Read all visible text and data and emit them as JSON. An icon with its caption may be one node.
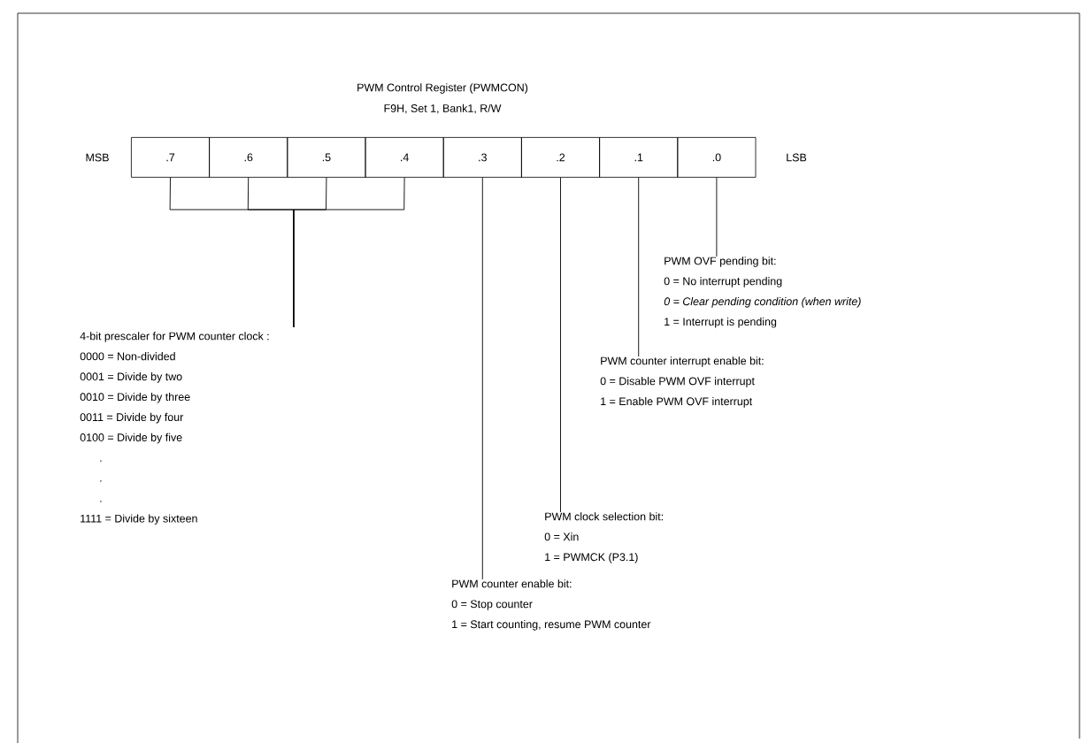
{
  "diagram": {
    "title": "PWM Control Register (PWMCON)",
    "nodes": [
      {
        "text": [
          ".7"
        ]
      },
      {
        "text": [
          ".6"
        ]
      },
      {
        "text": [
          ".5"
        ]
      },
      {
        "text": [
          ".4"
        ]
      },
      {
        "text": [
          ".3"
        ]
      },
      {
        "text": [
          ".2"
        ]
      },
      {
        "text": [
          ".1"
        ]
      },
      {
        "text": [
          ".0"
        ]
      },
      {
        "text": [
          "4-bit prescaler for PWM counter clock :",
          "0000 = Non-divided",
          "0001 = Divide by two",
          "0010 = Divide by three",
          "0011 = Divide by four",
          "0100 = Divide by five",
          ".",
          ".",
          ".",
          "1111 = Divide by sixteen"
        ]
      },
      {
        "text": [
          "PWM counter enable bit:",
          "0 = Stop counter",
          "1 = Start counting, resume PWM counter"
        ]
      },
      {
        "text": [
          "PWM clock selection bit:",
          "0 = Xin",
          "1 = PWMCK (P3.1)"
        ]
      },
      {
        "text": [
          "PWM counter interrupt enable bit:",
          "0 = Disable PWM OVF interrupt",
          "1 = Enable PWM OVF interrupt"
        ]
      },
      {
        "text": [
          "PWM OVF pending bit:",
          "0 = No interrupt pending",
          "0 = Clear pending condition (when write)",
          "1 = Interrupt is pending"
        ]
      }
    ],
    "edges": [
      {
        "from": 0,
        "to": 8,
        "arrow": "none"
      },
      {
        "from": 1,
        "to": 8,
        "arrow": "none"
      },
      {
        "from": 2,
        "to": 8,
        "arrow": "none"
      },
      {
        "from": 3,
        "to": 8,
        "arrow": "none"
      },
      {
        "from": 4,
        "to": 9,
        "arrow": "none"
      },
      {
        "from": 5,
        "to": 10,
        "arrow": "none"
      },
      {
        "from": 6,
        "to": 11,
        "arrow": "none"
      },
      {
        "from": 7,
        "to": 12,
        "arrow": "none"
      }
    ],
    "labels": [
      "F9H, Set 1, Bank1, R/W",
      "MSB",
      "LSB"
    ]
  }
}
